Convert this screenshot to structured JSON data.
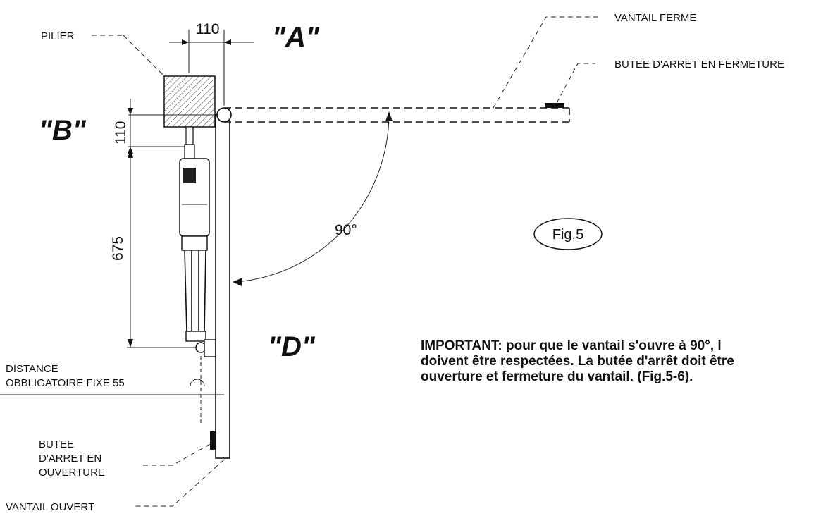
{
  "labels": {
    "pilier": "PILIER",
    "vantail_ferme": "VANTAIL FERME",
    "butee_fermeture": "BUTEE D'ARRET EN FERMETURE",
    "distance_line1": "DISTANCE",
    "distance_line2": "OBBLIGATOIRE FIXE 55",
    "butee_ouverture_line1": "BUTEE",
    "butee_ouverture_line2": "D'ARRET EN",
    "butee_ouverture_line3": "OUVERTURE",
    "vantail_ouvert": "VANTAIL OUVERT"
  },
  "dimensions": {
    "a_width": "110",
    "b_height": "110",
    "length": "675",
    "angle": "90°"
  },
  "letters": {
    "a": "\"A\"",
    "b": "\"B\"",
    "d": "\"D\""
  },
  "figure": {
    "label": "Fig.5"
  },
  "note": {
    "line1": "IMPORTANT: pour que le vantail s'ouvre à 90°, l",
    "line2": "doivent être respectées. La butée d'arrêt doit être",
    "line3": "ouverture et fermeture du vantail. (Fig.5-6)."
  }
}
